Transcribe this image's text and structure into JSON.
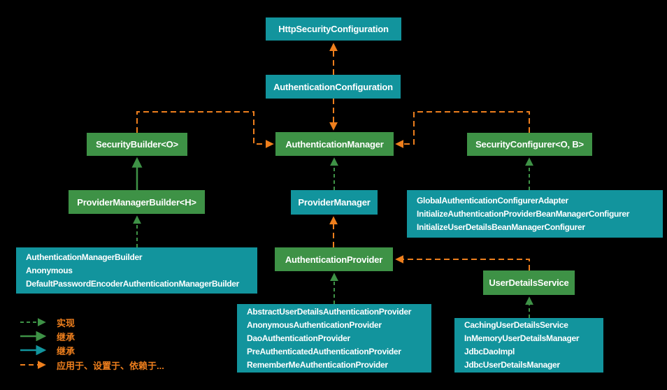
{
  "colors": {
    "background": "#000000",
    "node_green": "#3E9246",
    "node_teal": "#12949D",
    "arrow_orange": "#EE7F1D",
    "arrow_green": "#3E9246",
    "arrow_teal": "#12949D",
    "node_text": "#FFFFFF",
    "legend_text": "#EE7F1D"
  },
  "nodes": {
    "http_security_configuration": {
      "label": "HttpSecurityConfiguration"
    },
    "authentication_configuration": {
      "label": "AuthenticationConfiguration"
    },
    "security_builder": {
      "label": "SecurityBuilder<O>"
    },
    "authentication_manager": {
      "label": "AuthenticationManager"
    },
    "security_configurer": {
      "label": "SecurityConfigurer<O, B>"
    },
    "provider_manager_builder": {
      "label": "ProviderManagerBuilder<H>"
    },
    "provider_manager": {
      "label": "ProviderManager"
    },
    "global_configurers": {
      "lines": [
        "GlobalAuthenticationConfigurerAdapter",
        "InitializeAuthenticationProviderBeanManagerConfigurer",
        "InitializeUserDetailsBeanManagerConfigurer"
      ]
    },
    "authentication_manager_builders": {
      "lines": [
        "AuthenticationManagerBuilder",
        "Anonymous",
        "DefaultPasswordEncoderAuthenticationManagerBuilder"
      ]
    },
    "authentication_provider": {
      "label": "AuthenticationProvider"
    },
    "user_details_service": {
      "label": "UserDetailsService"
    },
    "authentication_provider_impls": {
      "lines": [
        "AbstractUserDetailsAuthenticationProvider",
        "AnonymousAuthenticationProvider",
        "DaoAuthenticationProvider",
        "PreAuthenticatedAuthenticationProvider",
        "RememberMeAuthenticationProvider"
      ]
    },
    "user_details_service_impls": {
      "lines": [
        "CachingUserDetailsService",
        "InMemoryUserDetailsManager",
        "JdbcDaoImpl",
        "JdbcUserDetailsManager"
      ]
    }
  },
  "legend": {
    "items": [
      {
        "icon": "green-dashed-arrow",
        "label": "实现"
      },
      {
        "icon": "green-solid-arrow",
        "label": "继承"
      },
      {
        "icon": "teal-solid-arrow",
        "label": "继承"
      },
      {
        "icon": "orange-dashed-arrow",
        "label": "应用于、设置于、依赖于..."
      }
    ]
  }
}
